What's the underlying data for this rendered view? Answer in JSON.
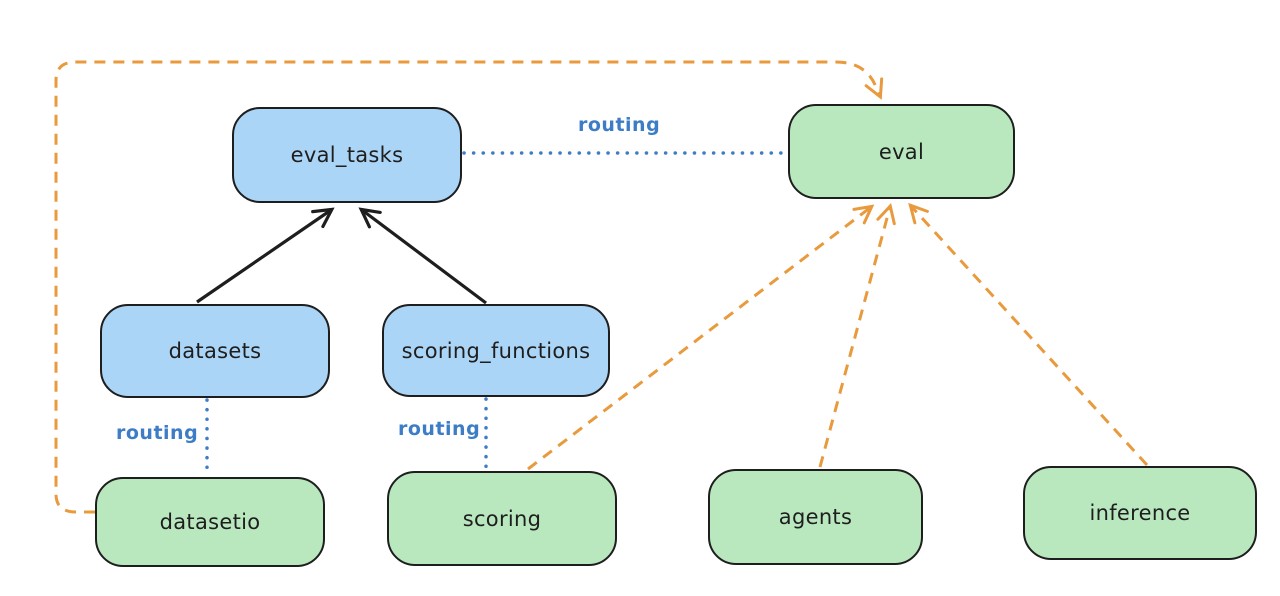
{
  "diagram": {
    "title": "",
    "colors": {
      "background": "#ffffff",
      "blue_node_fill": "#abd5f6",
      "green_node_fill": "#b9e8bf",
      "node_border": "#1e1e1e",
      "orange_dashed_line": "#e89a3c",
      "blue_routing_line": "#3c7dc6",
      "black_arrow": "#1e1e1e"
    },
    "nodes": [
      {
        "id": "eval_tasks",
        "label": "eval_tasks",
        "color": "blue"
      },
      {
        "id": "eval",
        "label": "eval",
        "color": "green"
      },
      {
        "id": "datasets",
        "label": "datasets",
        "color": "blue"
      },
      {
        "id": "scoring_functions",
        "label": "scoring_functions",
        "color": "blue"
      },
      {
        "id": "datasetio",
        "label": "datasetio",
        "color": "green"
      },
      {
        "id": "scoring",
        "label": "scoring",
        "color": "green"
      },
      {
        "id": "agents",
        "label": "agents",
        "color": "green"
      },
      {
        "id": "inference",
        "label": "inference",
        "color": "green"
      }
    ],
    "edges": [
      {
        "from": "datasets",
        "to": "eval_tasks",
        "style": "solid-arrow",
        "color": "black",
        "label": ""
      },
      {
        "from": "scoring_functions",
        "to": "eval_tasks",
        "style": "solid-arrow",
        "color": "black",
        "label": ""
      },
      {
        "from": "eval_tasks",
        "to": "eval",
        "style": "dotted-line",
        "color": "blue",
        "label": "routing"
      },
      {
        "from": "datasets",
        "to": "datasetio",
        "style": "dotted-line",
        "color": "blue",
        "label": "routing"
      },
      {
        "from": "scoring_functions",
        "to": "scoring",
        "style": "dotted-line",
        "color": "blue",
        "label": "routing"
      },
      {
        "from": "datasetio",
        "to": "eval",
        "style": "dashed-arrow",
        "color": "orange",
        "label": ""
      },
      {
        "from": "scoring",
        "to": "eval",
        "style": "dashed-arrow",
        "color": "orange",
        "label": ""
      },
      {
        "from": "agents",
        "to": "eval",
        "style": "dashed-arrow",
        "color": "orange",
        "label": ""
      },
      {
        "from": "inference",
        "to": "eval",
        "style": "dashed-arrow",
        "color": "orange",
        "label": ""
      }
    ]
  }
}
